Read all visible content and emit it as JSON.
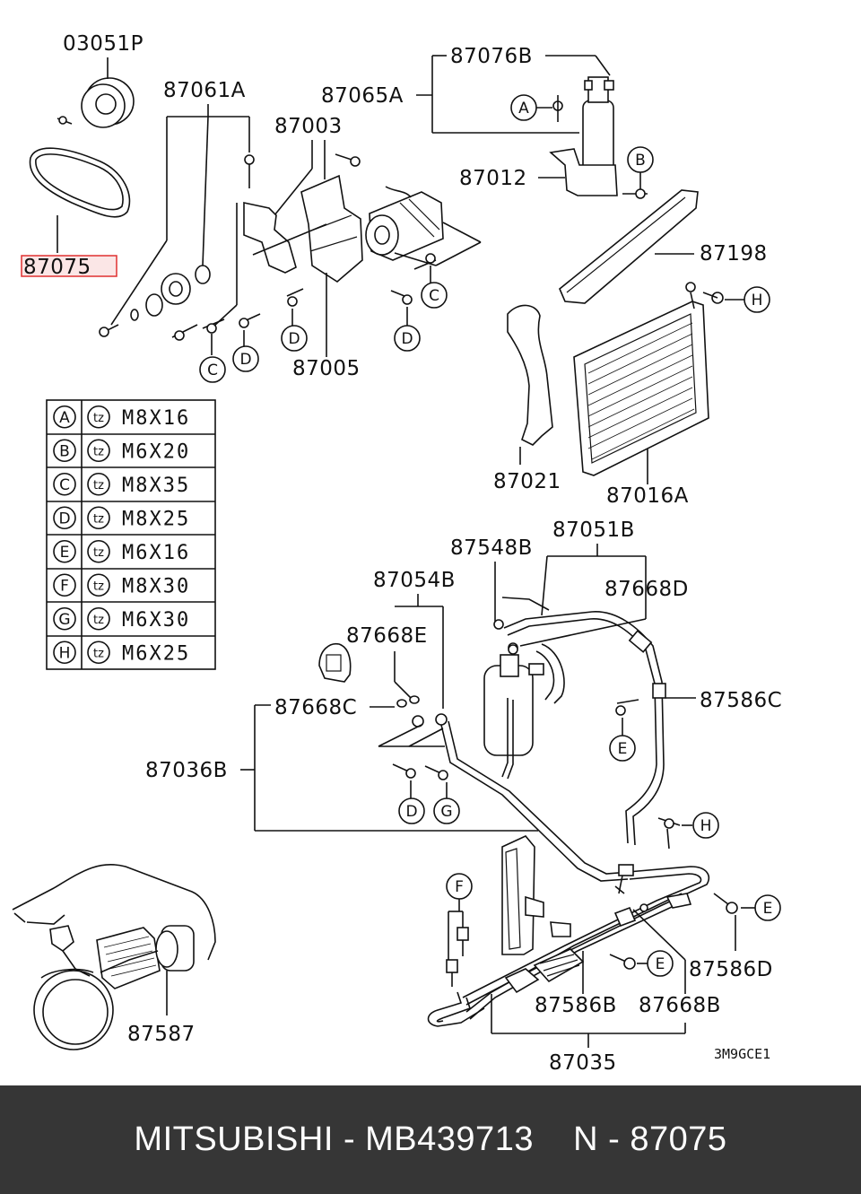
{
  "labels": {
    "l03051P": "03051P",
    "l87075": "87075",
    "l87061A": "87061A",
    "l87003": "87003",
    "l87005": "87005",
    "l87076B": "87076B",
    "l87065A": "87065A",
    "l87012": "87012",
    "l87198": "87198",
    "l87021": "87021",
    "l87016A": "87016A",
    "l87548B": "87548B",
    "l87051B": "87051B",
    "l87668D": "87668D",
    "l87054B": "87054B",
    "l87668E": "87668E",
    "l87668C": "87668C",
    "l87586C": "87586C",
    "l87036B": "87036B",
    "l87586D": "87586D",
    "l87586B": "87586B",
    "l87668B": "87668B",
    "l87035": "87035",
    "l87587": "87587"
  },
  "markers": {
    "A": "A",
    "B": "B",
    "C": "C",
    "D": "D",
    "E": "E",
    "F": "F",
    "G": "G",
    "H": "H"
  },
  "fastener_table": {
    "bolt_symbol": "tz",
    "rows": [
      {
        "key": "A",
        "size": "M8X16"
      },
      {
        "key": "B",
        "size": "M6X20"
      },
      {
        "key": "C",
        "size": "M8X35"
      },
      {
        "key": "D",
        "size": "M8X25"
      },
      {
        "key": "E",
        "size": "M6X16"
      },
      {
        "key": "F",
        "size": "M8X30"
      },
      {
        "key": "G",
        "size": "M6X30"
      },
      {
        "key": "H",
        "size": "M6X25"
      }
    ]
  },
  "highlight": {
    "part": "87075",
    "color": "#e03030"
  },
  "diagram_code": "3M9GCE1",
  "footer": {
    "text": "MITSUBISHI - MB439713    N - 87075"
  }
}
